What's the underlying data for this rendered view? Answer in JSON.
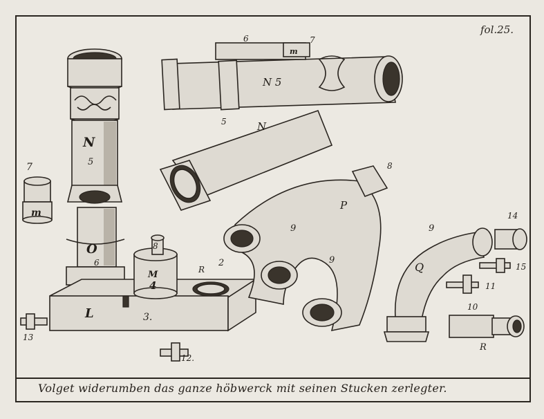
{
  "folio": "fol.25.",
  "caption": "Volget widerumben das ganze höbwerck mit seinen Stucken zerlegter.",
  "labels": {
    "tower_N": "N",
    "tower_5": "5",
    "tower_O": "O",
    "tower_6": "6",
    "base_L": "L",
    "base_3": "3.",
    "cyl_M": "M",
    "cyl_4": "4",
    "cyl_8": "8",
    "small_7": "7",
    "small_m": "m",
    "pipe_top_6": "6",
    "pipe_top_7": "7",
    "pipe_top_m": "m",
    "pipe_top_N5": "N 5",
    "pipe_mid_5": "5",
    "pipe_mid_N": "N",
    "fork_8": "8",
    "fork_9a": "9",
    "fork_9b": "9",
    "fork_P": "P",
    "base_R": "R",
    "base_2": "2",
    "piece_13": "13",
    "piece_12": "12.",
    "elbow_9": "9",
    "elbow_Q": "Q",
    "piece_14": "14",
    "piece_15": "15",
    "piece_11": "11",
    "piece_10": "10",
    "piece_R": "R"
  }
}
